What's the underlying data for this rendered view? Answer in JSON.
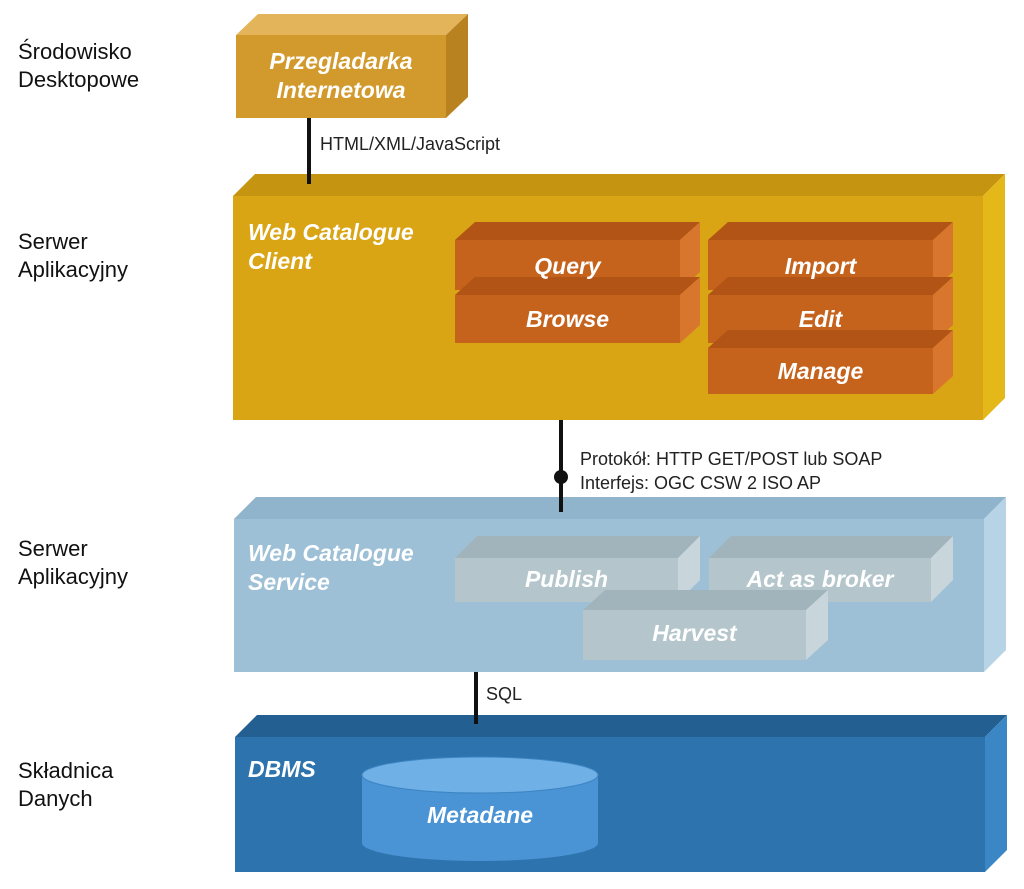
{
  "layers": [
    {
      "line1": "Środowisko",
      "line2": "Desktopowe"
    },
    {
      "line1": "Serwer",
      "line2": "Aplikacyjny"
    },
    {
      "line1": "Serwer",
      "line2": "Aplikacyjny"
    },
    {
      "line1": "Składnica",
      "line2": "Danych"
    }
  ],
  "browser": {
    "line1": "Przegladarka",
    "line2": "Internetowa"
  },
  "connectors": {
    "html": "HTML/XML/JavaScript",
    "protocol": "Protokół: HTTP GET/POST lub SOAP",
    "interface": "Interfejs: OGC CSW 2 ISO AP",
    "sql": "SQL"
  },
  "client": {
    "line1": "Web Catalogue",
    "line2": "Client",
    "modules": [
      "Query",
      "Browse",
      "Import",
      "Edit",
      "Manage"
    ]
  },
  "service": {
    "line1": "Web Catalogue",
    "line2": "Service",
    "modules": [
      "Publish",
      "Act as broker",
      "Harvest"
    ]
  },
  "dbms": {
    "title": "DBMS",
    "store": "Metadane"
  },
  "colors": {
    "browser": "#D29A2C",
    "client": "#D9A514",
    "module": "#C5621C",
    "service": "#9DC0D6",
    "service_module": "#B4C6CC",
    "dbms": "#2D73AD",
    "cylinder": "#4A93D4"
  }
}
